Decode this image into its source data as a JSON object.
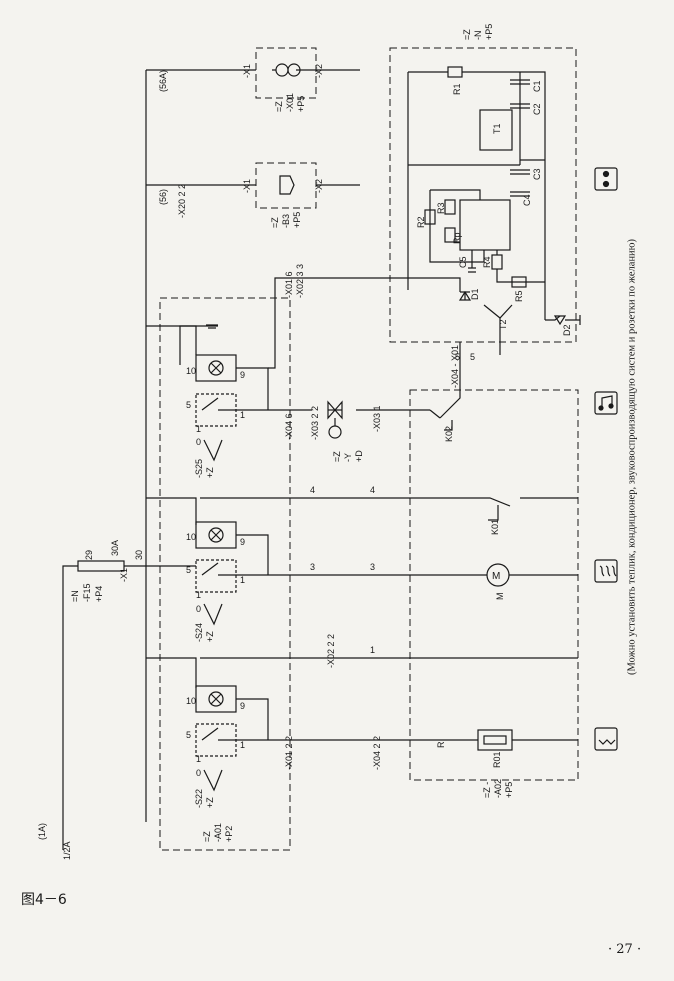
{
  "figure_caption": "图4－6",
  "page_number": "· 27 ·",
  "note": "(Можно установить теплик, кондиционер, звуковоспроизводящую систем и розетки по желанию)",
  "fuse": {
    "designation": [
      "=N",
      "-F15",
      "+P4"
    ],
    "rating": "30A",
    "pins": [
      "29",
      "30",
      "-X1"
    ]
  },
  "wires": {
    "main": "1/2A",
    "ring": "(1A)",
    "r56": "(56)",
    "r56a": "(56A)"
  },
  "connectors": {
    "x20": "-X20 2 2",
    "x01_6": "-X01 6",
    "x02_3": "-X02 3 3",
    "x04_6": "-X04 6",
    "x03_2": "-X03 2 2",
    "x03_1": "-X03 1",
    "x01_2": "-X01 2 2",
    "x04_2": "-X04 2 2",
    "x02_2": "-X02 2 2",
    "w3a": "3",
    "w3b": "3",
    "w4a": "4",
    "w4b": "4",
    "w1": "1",
    "w5a": "5",
    "w5b": "5",
    "x04x01": "-X04 - X01",
    "x1": "-X1",
    "x2": "-X2"
  },
  "switches": {
    "s22": [
      "-S22",
      "+Z"
    ],
    "s24": [
      "-S24",
      "+Z"
    ],
    "s25": [
      "-S25",
      "+Z"
    ],
    "pos0": "0",
    "pos1": "1",
    "p5": "5",
    "p10": "10",
    "p9": "9",
    "p1": "1"
  },
  "units": {
    "x01": [
      "=Z",
      "-X01",
      "+P5"
    ],
    "b3": [
      "=Z",
      "-B3",
      "+P5"
    ],
    "a01": [
      "=Z",
      "-A01",
      "+P2"
    ],
    "a02": [
      "=Z -",
      "-A02",
      "+P5"
    ],
    "top": [
      "=Z",
      "-N",
      "+P5"
    ],
    "y": [
      "=Z",
      "-Y",
      "+D"
    ]
  },
  "components": {
    "r1": "R1",
    "c1": "C1",
    "c2": "C2",
    "c3": "C3",
    "c4": "C4",
    "t1": "T1",
    "r2": "R2",
    "r3": "R3",
    "rp": "Rp",
    "c5": "C5",
    "r4": "R4",
    "r5": "R5",
    "d1": "D1",
    "d2": "D2",
    "t2": "T2",
    "m": "M",
    "r": "R",
    "r01": "R01",
    "k01": "K01",
    "k02": "K02"
  }
}
